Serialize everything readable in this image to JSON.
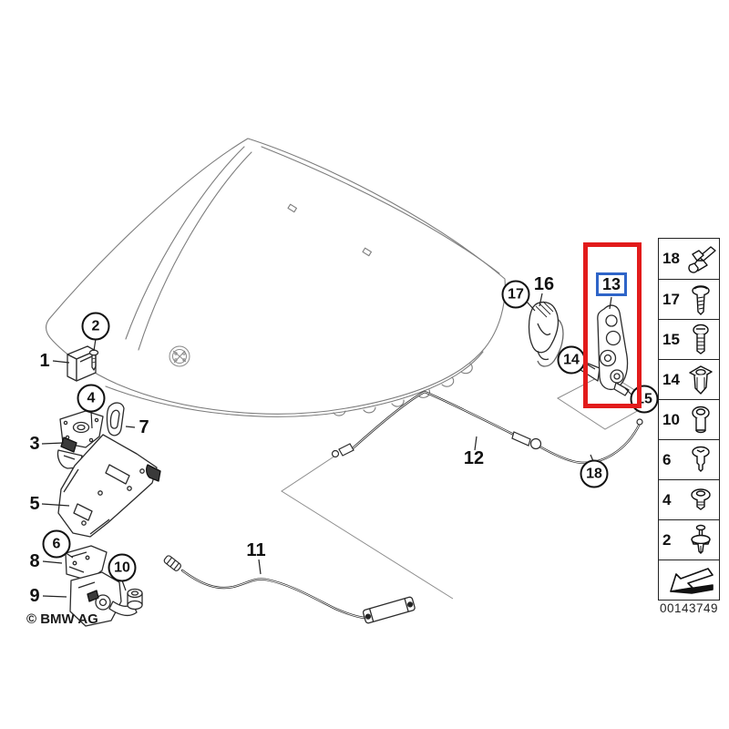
{
  "diagram": {
    "copyright": "© BMW AG",
    "doc_number": "00143749",
    "colors": {
      "highlight_box": "#e21b1b",
      "selected_label_border": "#2e64c8",
      "line_art": "#2b2b2b"
    },
    "selected_part": "13",
    "callouts": [
      {
        "label": "1",
        "style": "plain"
      },
      {
        "label": "2",
        "style": "circled"
      },
      {
        "label": "3",
        "style": "plain"
      },
      {
        "label": "4",
        "style": "circled"
      },
      {
        "label": "5",
        "style": "plain"
      },
      {
        "label": "6",
        "style": "circled"
      },
      {
        "label": "7",
        "style": "plain"
      },
      {
        "label": "8",
        "style": "plain"
      },
      {
        "label": "9",
        "style": "plain"
      },
      {
        "label": "10",
        "style": "circled"
      },
      {
        "label": "11",
        "style": "plain"
      },
      {
        "label": "12",
        "style": "plain"
      },
      {
        "label": "13",
        "style": "highlighted"
      },
      {
        "label": "14",
        "style": "circled"
      },
      {
        "label": "15",
        "style": "circled"
      },
      {
        "label": "16",
        "style": "plain"
      },
      {
        "label": "17",
        "style": "circled"
      },
      {
        "label": "18",
        "style": "circled"
      }
    ],
    "fasteners": [
      {
        "label": "18",
        "icon": "cable-clip-icon"
      },
      {
        "label": "17",
        "icon": "washer-head-screw-icon"
      },
      {
        "label": "15",
        "icon": "pan-head-screw-icon"
      },
      {
        "label": "14",
        "icon": "expansion-nut-icon"
      },
      {
        "label": "10",
        "icon": "grommet-bolt-icon"
      },
      {
        "label": "6",
        "icon": "rivet-icon"
      },
      {
        "label": "4",
        "icon": "flange-screw-icon"
      },
      {
        "label": "2",
        "icon": "expanding-rivet-icon"
      },
      {
        "label": "",
        "icon": "direction-arrow-icon"
      }
    ]
  }
}
